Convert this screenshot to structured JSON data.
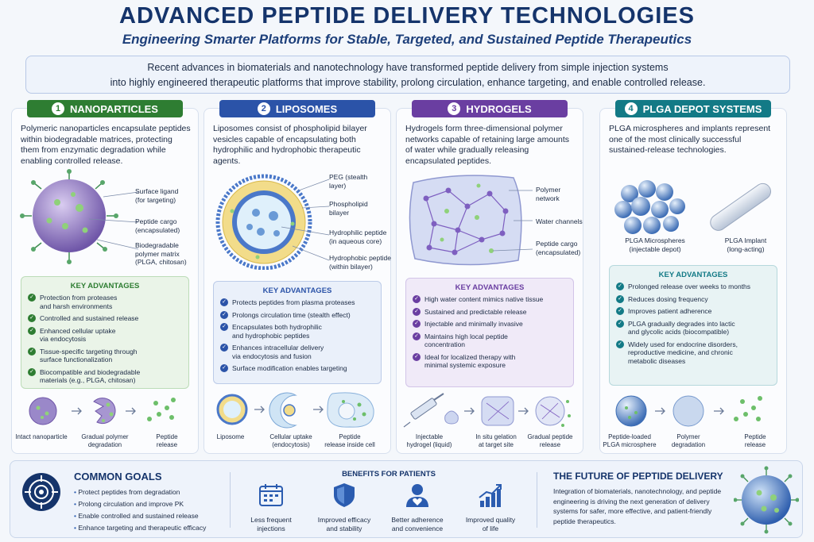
{
  "header": {
    "title": "ADVANCED PEPTIDE DELIVERY TECHNOLOGIES",
    "subtitle": "Engineering Smarter Platforms for Stable, Targeted, and Sustained Peptide Therapeutics",
    "intro_line1": "Recent advances in biomaterials and nanotechnology have transformed peptide delivery from simple injection systems",
    "intro_line2": "into highly engineered therapeutic platforms that improve stability, prolong circulation, enhance targeting, and enable controlled release."
  },
  "colors": {
    "nanoparticles": "#2e7d32",
    "liposomes": "#2b53a8",
    "hydrogels": "#6a3ea1",
    "plga": "#137a86",
    "navy": "#15346b"
  },
  "sections": [
    {
      "num": "1",
      "name": "NANOPARTICLES",
      "desc": "Polymeric nanoparticles encapsulate peptides within biodegradable matrices, protecting them from enzymatic degradation while enabling controlled release.",
      "labels": [
        "Surface ligand\n(for targeting)",
        "Peptide cargo\n(encapsulated)",
        "Biodegradable\npolymer matrix\n(PLGA, chitosan)"
      ],
      "adv_title": "KEY ADVANTAGES",
      "advantages": [
        "Protection from proteases\nand harsh environments",
        "Controlled and sustained release",
        "Enhanced cellular uptake\nvia endocytosis",
        "Tissue-specific targeting through\nsurface functionalization",
        "Biocompatible and biodegradable\nmaterials (e.g., PLGA, chitosan)"
      ],
      "steps": [
        "Intact nanoparticle",
        "Gradual polymer\ndegradation",
        "Peptide\nrelease"
      ]
    },
    {
      "num": "2",
      "name": "LIPOSOMES",
      "desc": "Liposomes consist of phospholipid bilayer vesicles capable of encapsulating both hydrophilic and hydrophobic therapeutic agents.",
      "labels": [
        "PEG (stealth\nlayer)",
        "Phospholipid\nbilayer",
        "Hydrophilic peptide\n(in aqueous core)",
        "Hydrophobic peptide\n(within bilayer)"
      ],
      "adv_title": "KEY ADVANTAGES",
      "advantages": [
        "Protects peptides from plasma proteases",
        "Prolongs circulation time (stealth effect)",
        "Encapsulates both hydrophilic\nand hydrophobic peptides",
        "Enhances intracellular delivery\nvia endocytosis and fusion",
        "Surface modification enables targeting"
      ],
      "steps": [
        "Liposome",
        "Cellular uptake\n(endocytosis)",
        "Peptide\nrelease inside cell"
      ]
    },
    {
      "num": "3",
      "name": "HYDROGELS",
      "desc": "Hydrogels form three-dimensional polymer networks capable of retaining large amounts of water while gradually releasing encapsulated peptides.",
      "labels": [
        "Polymer\nnetwork",
        "Water channels",
        "Peptide cargo\n(encapsulated)"
      ],
      "adv_title": "KEY ADVANTAGES",
      "advantages": [
        "High water content mimics native tissue",
        "Sustained and predictable release",
        "Injectable and minimally invasive",
        "Maintains high local peptide\nconcentration",
        "Ideal for localized therapy with\nminimal systemic exposure"
      ],
      "steps": [
        "Injectable\nhydrogel (liquid)",
        "In situ gelation\nat target site",
        "Gradual peptide\nrelease"
      ]
    },
    {
      "num": "4",
      "name": "PLGA DEPOT SYSTEMS",
      "desc": "PLGA microspheres and implants represent one of the most clinically successful sustained-release technologies.",
      "labels": [
        "PLGA Microspheres\n(injectable depot)",
        "PLGA Implant\n(long-acting)"
      ],
      "adv_title": "KEY ADVANTAGES",
      "advantages": [
        "Prolonged release over weeks to months",
        "Reduces dosing frequency",
        "Improves patient adherence",
        "PLGA gradually degrades into lactic\nand glycolic acids (biocompatible)",
        "Widely used for endocrine disorders,\nreproductive medicine, and chronic\nmetabolic diseases"
      ],
      "steps": [
        "Peptide-loaded\nPLGA microsphere",
        "Polymer\ndegradation",
        "Peptide\nrelease"
      ]
    }
  ],
  "bottom": {
    "goals_title": "COMMON GOALS",
    "goals": [
      "Protect peptides from degradation",
      "Prolong circulation and improve PK",
      "Enable controlled and sustained release",
      "Enhance targeting and therapeutic efficacy"
    ],
    "benefits_title": "BENEFITS FOR PATIENTS",
    "benefits": [
      {
        "icon": "calendar-icon",
        "label": "Less frequent\ninjections"
      },
      {
        "icon": "shield-icon",
        "label": "Improved efficacy\nand stability"
      },
      {
        "icon": "user-heart-icon",
        "label": "Better adherence\nand convenience"
      },
      {
        "icon": "growth-chart-icon",
        "label": "Improved quality\nof life"
      }
    ],
    "future_title": "THE FUTURE OF PEPTIDE DELIVERY",
    "future_text": "Integration of biomaterials, nanotechnology, and peptide engineering is driving the next generation of delivery systems for safer, more effective, and patient-friendly peptide therapeutics."
  }
}
